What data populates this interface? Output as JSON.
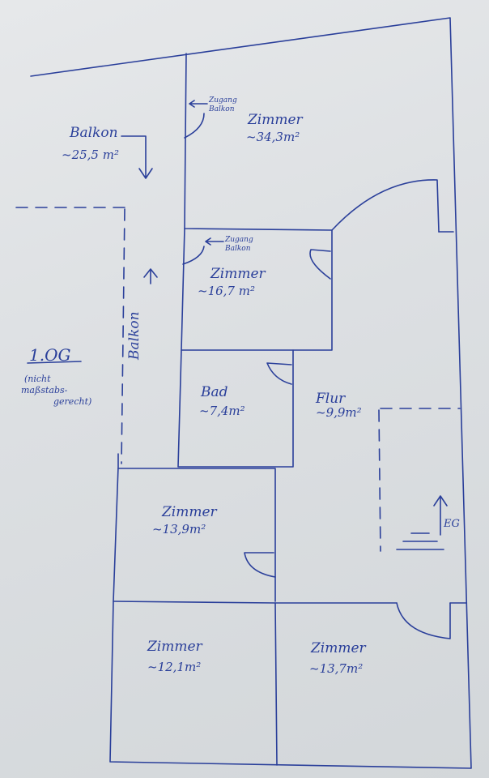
{
  "plan": {
    "floor": "1.OG",
    "note_lines": [
      "(nicht",
      "maßstabs-",
      "gerecht)"
    ],
    "rooms": [
      {
        "name": "Balkon",
        "area": "~25,5 m²"
      },
      {
        "name": "Zimmer",
        "area": "~34,3m²"
      },
      {
        "name": "Zimmer",
        "area": "~16,7 m²"
      },
      {
        "name": "Bad",
        "area": "~7,4m²"
      },
      {
        "name": "Flur",
        "area": "~9,9m²"
      },
      {
        "name": "Zimmer",
        "area": "~13,9m²"
      },
      {
        "name": "Zimmer",
        "area": "~12,1m²"
      },
      {
        "name": "Zimmer",
        "area": "~13,7m²"
      }
    ],
    "balcony_vertical": "Balkon",
    "access_labels": [
      {
        "line1": "Zugang",
        "line2": "Balkon"
      },
      {
        "line1": "Zugang",
        "line2": "Balkon"
      }
    ],
    "stairs": "EG"
  },
  "ink_color": "#2a3f9a"
}
